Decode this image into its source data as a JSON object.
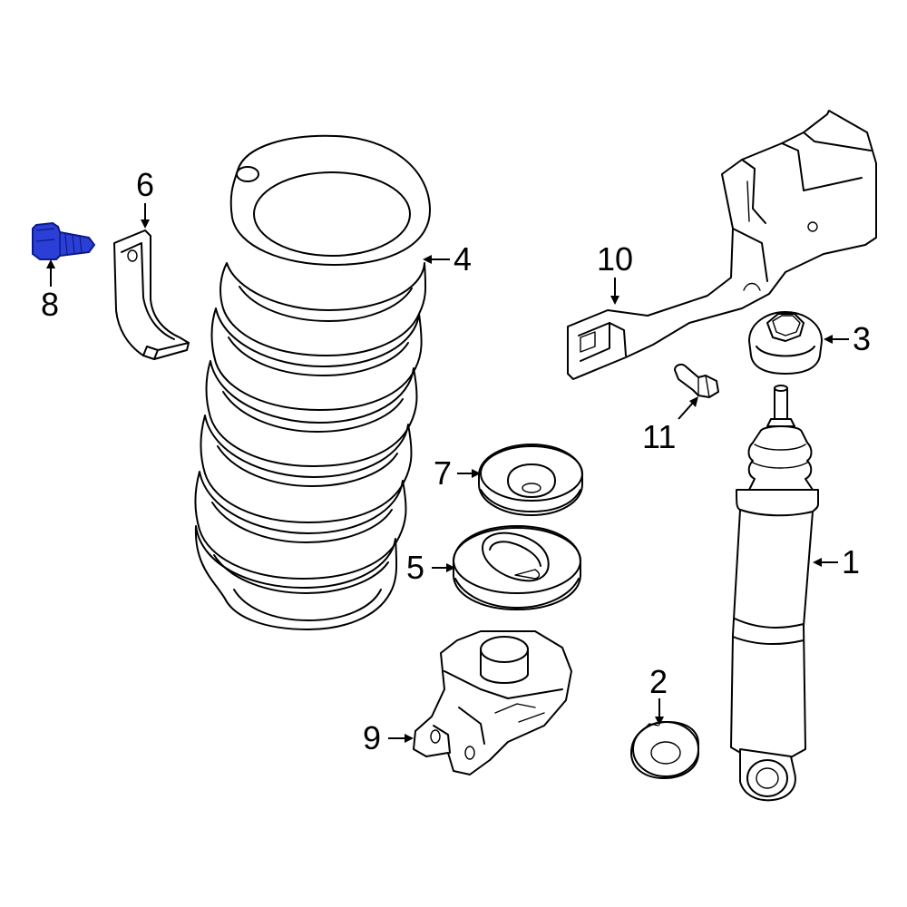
{
  "callouts": [
    {
      "id": "1",
      "label": "1"
    },
    {
      "id": "2",
      "label": "2"
    },
    {
      "id": "3",
      "label": "3"
    },
    {
      "id": "4",
      "label": "4"
    },
    {
      "id": "5",
      "label": "5"
    },
    {
      "id": "6",
      "label": "6"
    },
    {
      "id": "7",
      "label": "7"
    },
    {
      "id": "8",
      "label": "8"
    },
    {
      "id": "9",
      "label": "9"
    },
    {
      "id": "10",
      "label": "10"
    },
    {
      "id": "11",
      "label": "11"
    }
  ],
  "highlight": {
    "part": "8",
    "color": "#2b3fd6",
    "stroke": "#0a1a8a"
  },
  "line_color": "#000000",
  "background": "#ffffff"
}
